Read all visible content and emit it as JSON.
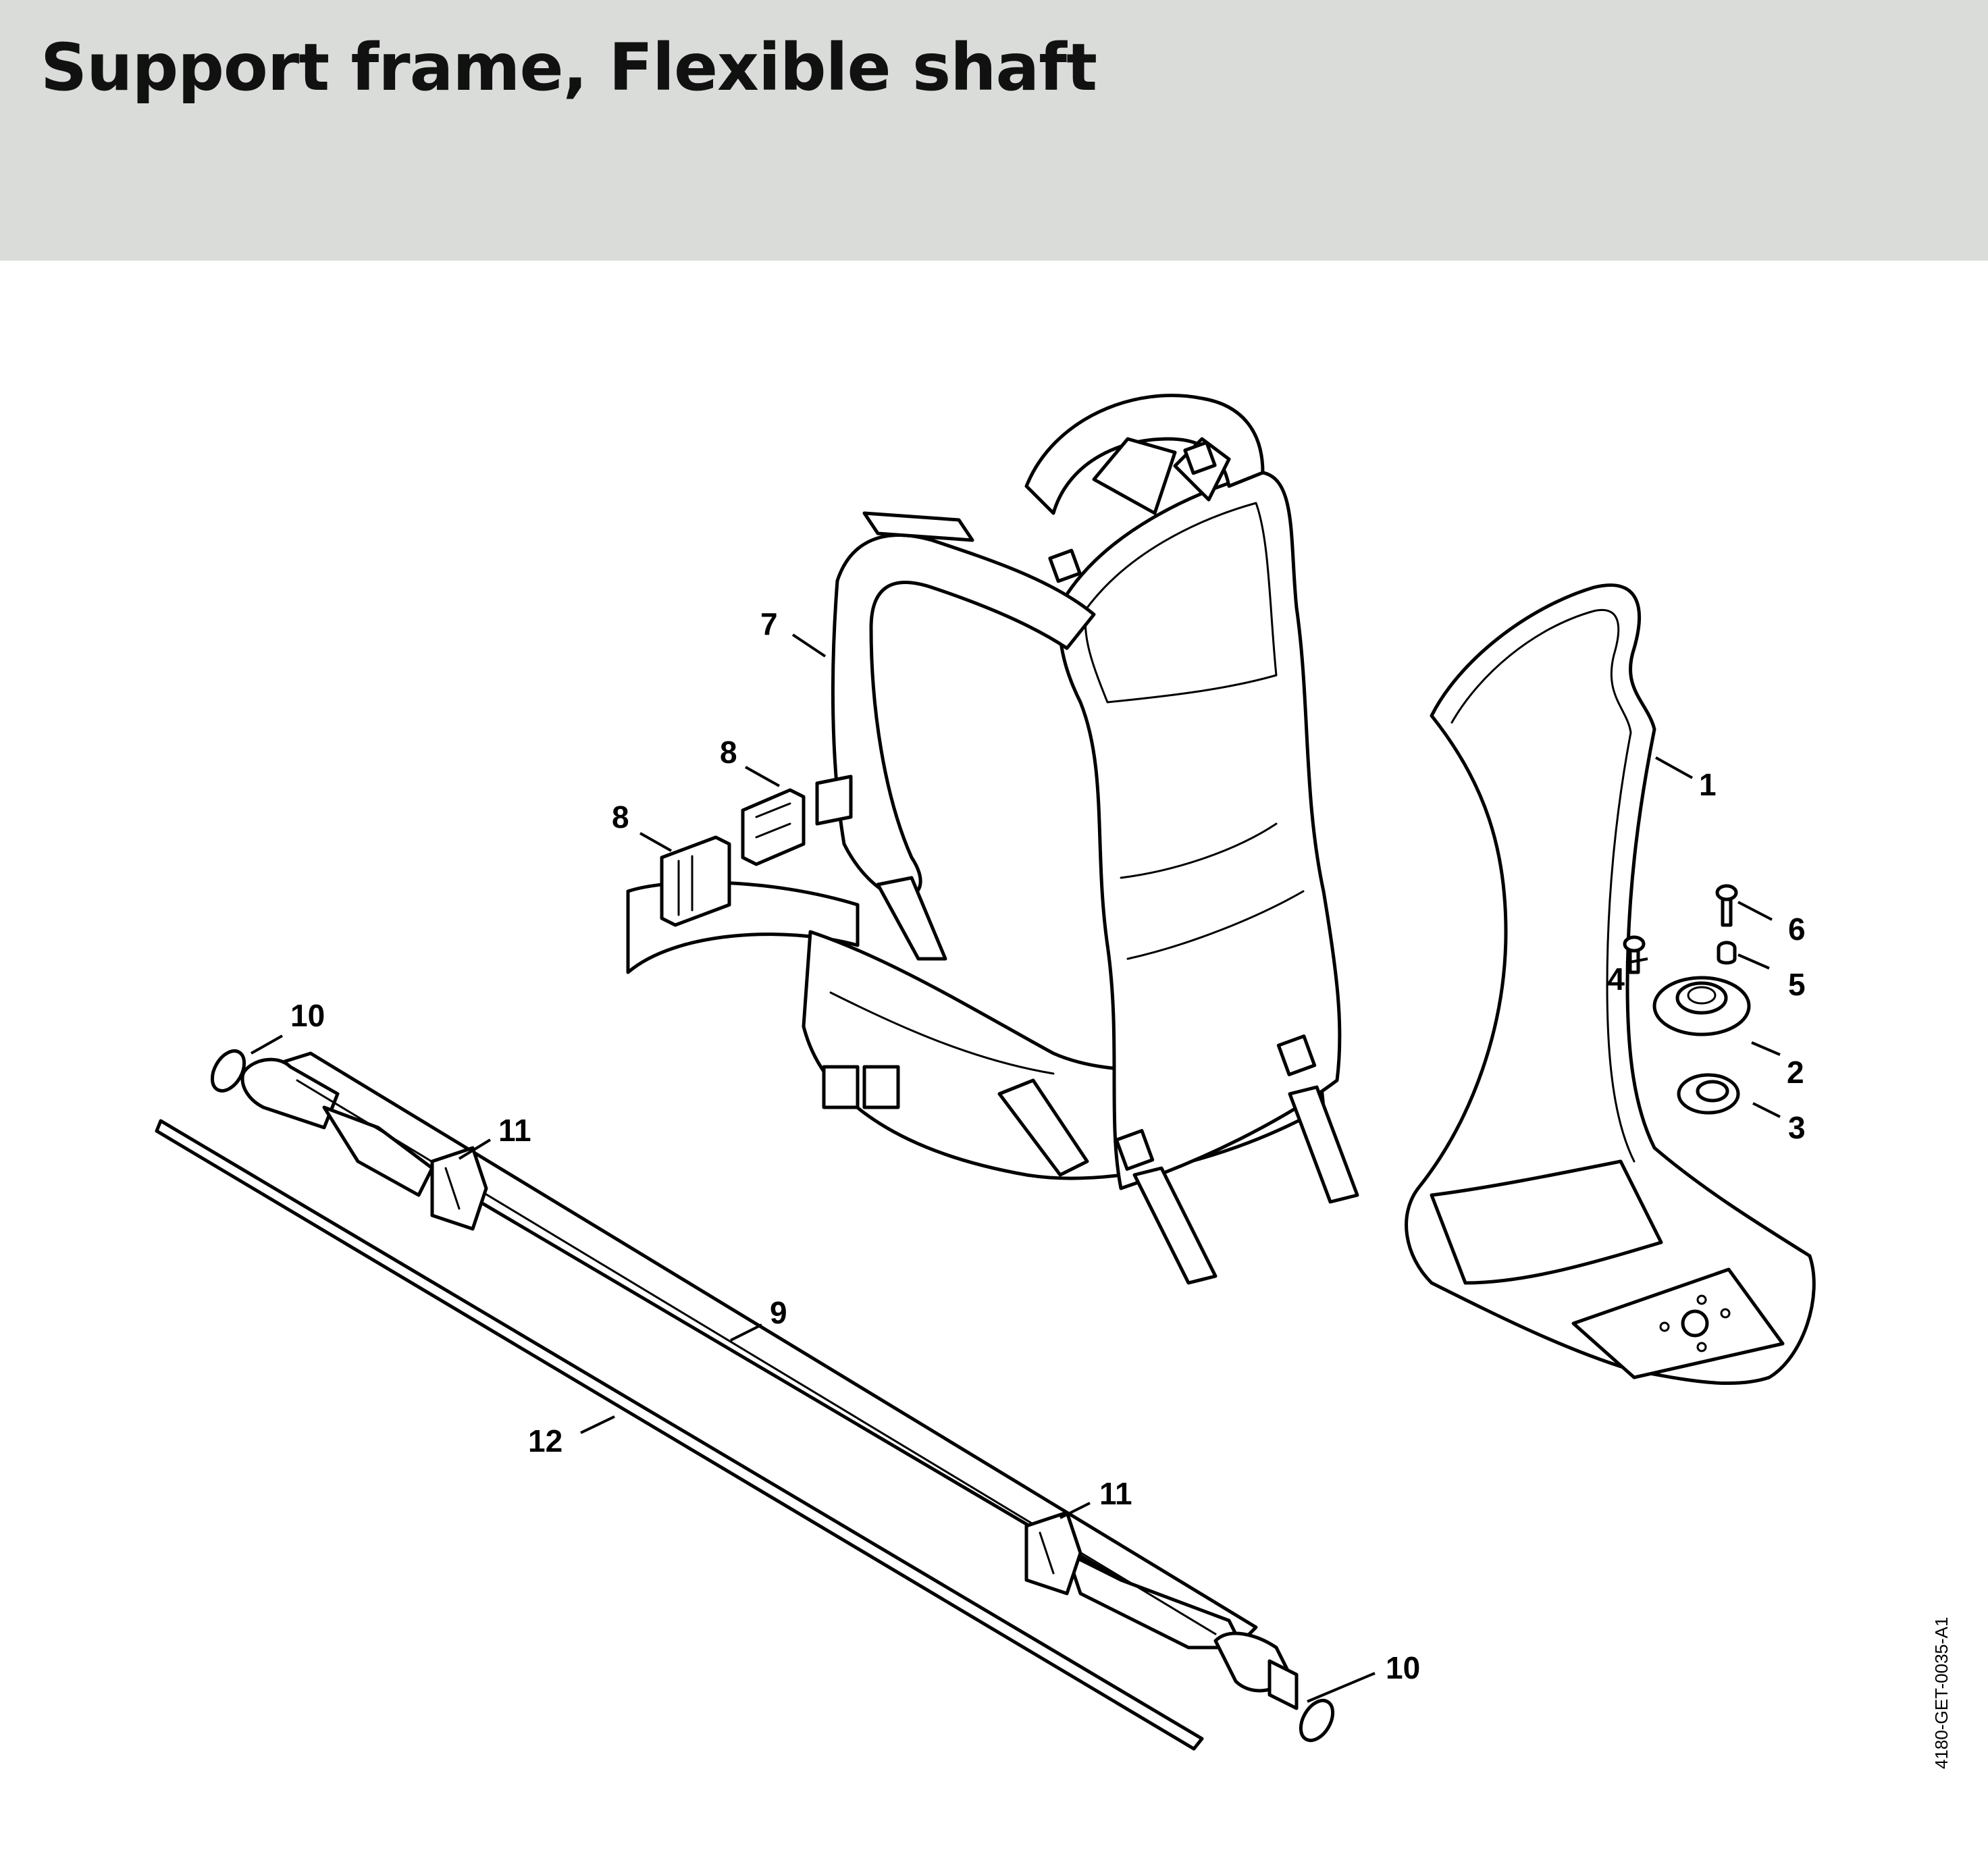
{
  "header": {
    "title": "Support frame, Flexible shaft"
  },
  "reference_code": "4180-GET-0035-A1",
  "callouts": [
    {
      "id": "c1",
      "label": "1"
    },
    {
      "id": "c2",
      "label": "2"
    },
    {
      "id": "c3",
      "label": "3"
    },
    {
      "id": "c4",
      "label": "4"
    },
    {
      "id": "c5",
      "label": "5"
    },
    {
      "id": "c6",
      "label": "6"
    },
    {
      "id": "c7",
      "label": "7"
    },
    {
      "id": "c8a",
      "label": "8"
    },
    {
      "id": "c8b",
      "label": "8"
    },
    {
      "id": "c9",
      "label": "9"
    },
    {
      "id": "c10a",
      "label": "10"
    },
    {
      "id": "c10b",
      "label": "10"
    },
    {
      "id": "c11a",
      "label": "11"
    },
    {
      "id": "c11b",
      "label": "11"
    },
    {
      "id": "c12",
      "label": "12"
    }
  ],
  "colors": {
    "header_background": "#d9dcd9",
    "line": "#000000",
    "background": "#ffffff"
  }
}
